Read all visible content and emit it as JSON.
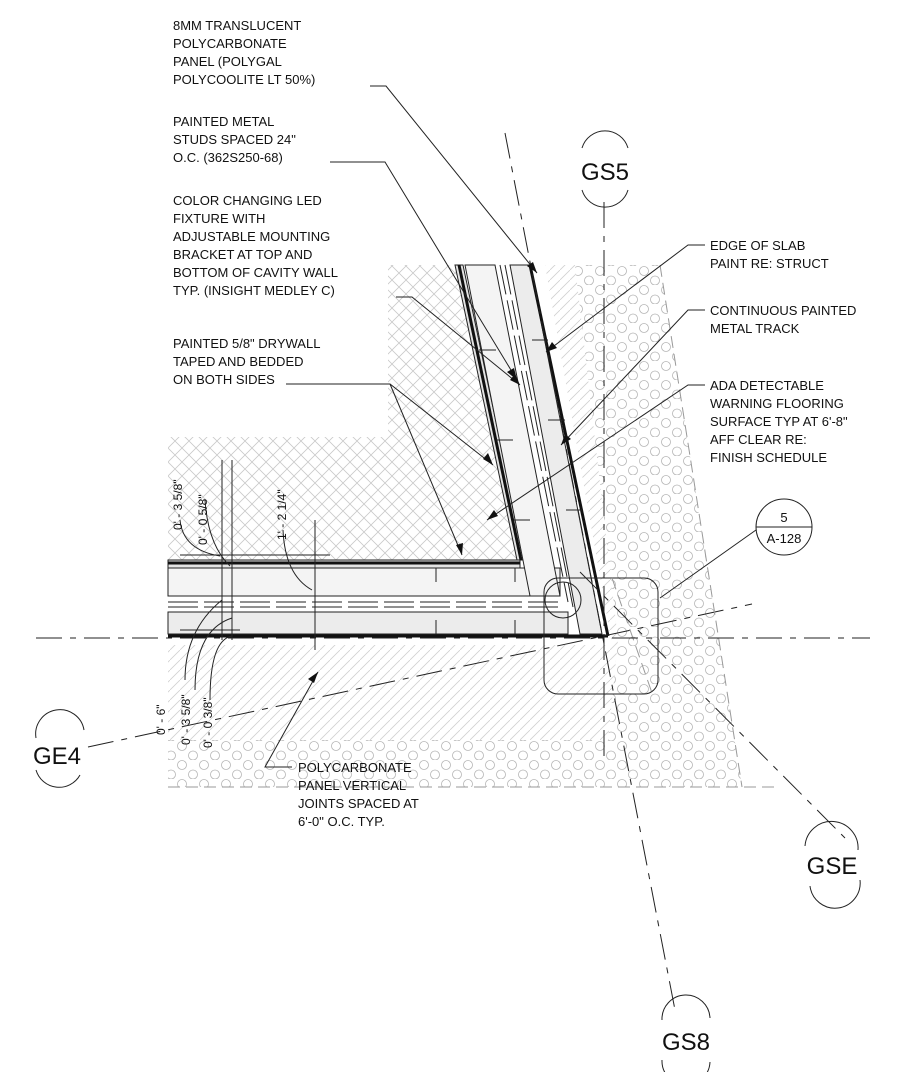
{
  "notes": {
    "polycarbonate": [
      "8MM TRANSLUCENT",
      "POLYCARBONATE",
      "PANEL (POLYGAL",
      "POLYCOOLITE LT 50%)"
    ],
    "studs": [
      "PAINTED METAL",
      "STUDS SPACED 24\"",
      "O.C. (362S250-68)"
    ],
    "led": [
      "COLOR CHANGING LED",
      "FIXTURE WITH",
      "ADJUSTABLE MOUNTING",
      "BRACKET AT TOP AND",
      "BOTTOM OF CAVITY WALL",
      "TYP. (INSIGHT MEDLEY C)"
    ],
    "drywall": [
      "PAINTED 5/8\" DRYWALL",
      "TAPED AND BEDDED",
      "ON BOTH SIDES"
    ],
    "edge_slab": [
      "EDGE OF SLAB",
      "PAINT RE: STRUCT"
    ],
    "track": [
      "CONTINUOUS PAINTED",
      "METAL TRACK"
    ],
    "ada": [
      "ADA DETECTABLE",
      "WARNING FLOORING",
      "SURFACE TYP AT 6'-8\"",
      "AFF CLEAR RE:",
      "FINISH SCHEDULE"
    ],
    "joints": [
      "POLYCARBONATE",
      "PANEL VERTICAL",
      "JOINTS SPACED AT",
      "6'-0\" O.C. TYP."
    ]
  },
  "dimensions": {
    "d1": "0' - 3 5/8\"",
    "d2": "0' - 0 5/8\"",
    "d3": "1' - 2 1/4\"",
    "d4": "0' - 6\"",
    "d5": "0' - 3 5/8\"",
    "d6": "0' - 0 3/8\""
  },
  "grid_bubbles": {
    "gs5": "GS5",
    "ge4": "GE4",
    "gse": "GSE",
    "gs8": "GS8"
  },
  "detail_ref": {
    "number": "5",
    "sheet": "A-128"
  }
}
